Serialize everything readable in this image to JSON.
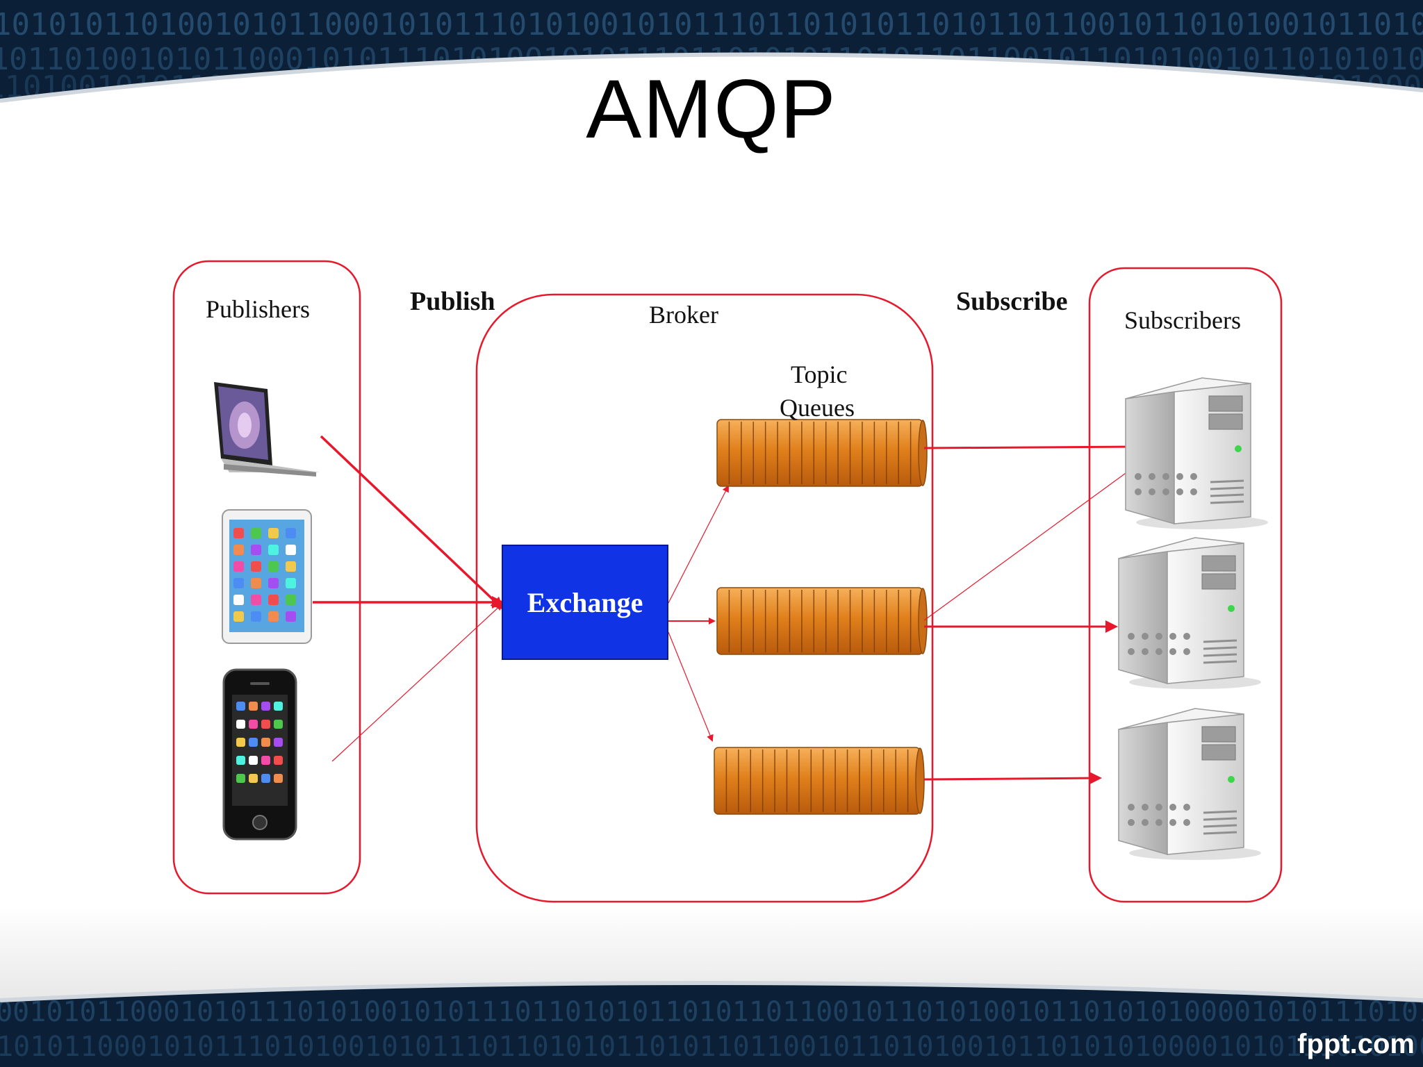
{
  "slide": {
    "title": "AMQP",
    "footer_brand": "fppt.com",
    "background_binary_text": "101010110100101011000101011101010010101110110101011010110110010110101001011010101000010101110101001010110100"
  },
  "diagram": {
    "publishers_label": "Publishers",
    "publish_label": "Publish",
    "broker_label": "Broker",
    "topic_queues_label_line1": "Topic",
    "topic_queues_label_line2": "Queues",
    "exchange_label": "Exchange",
    "subscribe_label": "Subscribe",
    "subscribers_label": "Subscribers",
    "publishers": [
      "laptop-icon",
      "tablet-icon",
      "smartphone-icon"
    ],
    "queues": [
      "queue-1",
      "queue-2",
      "queue-3"
    ],
    "subscribers": [
      "server-icon",
      "server-icon",
      "server-icon"
    ]
  },
  "colors": {
    "frame_red": "#e8182c",
    "exchange_blue": "#1133e6",
    "queue_orange": "#e0801c",
    "background_navy": "#0b2036"
  }
}
